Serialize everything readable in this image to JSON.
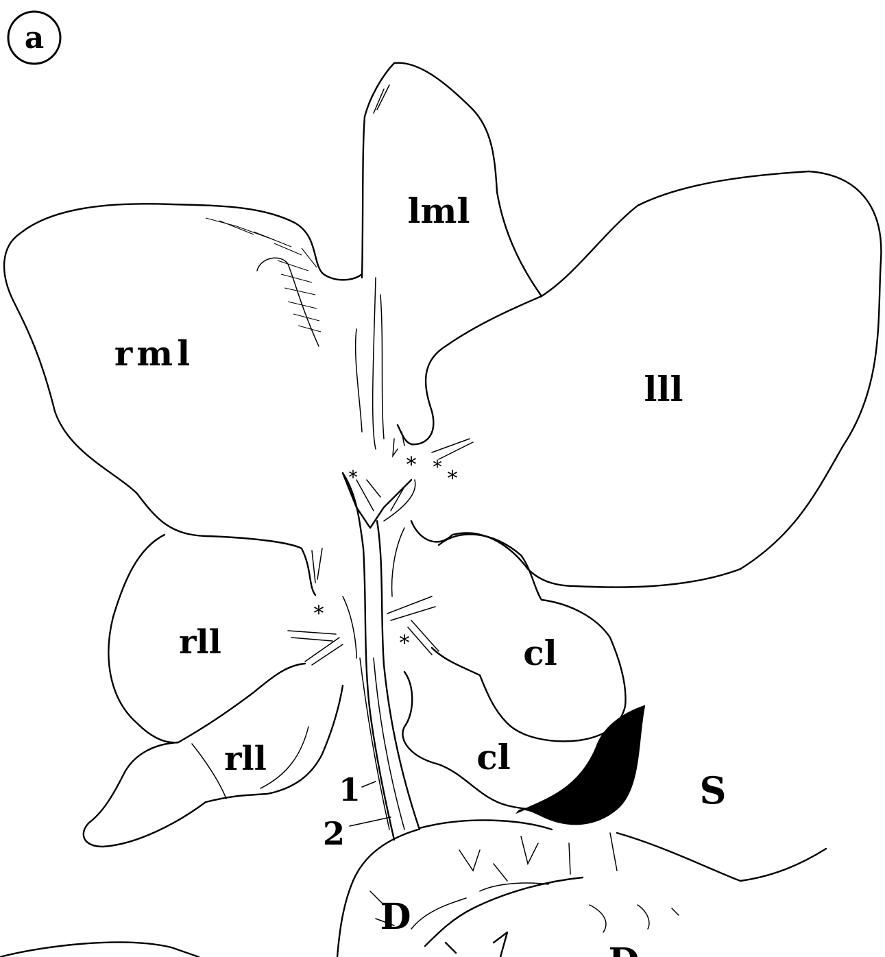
{
  "figure": {
    "panel_letter": "a",
    "labels": {
      "lml": "lml",
      "rml": "rml",
      "lll": "lll",
      "rll_upper": "rll",
      "rll_lower": "rll",
      "cl_upper": "cl",
      "cl_lower": "cl",
      "s": "S",
      "d1": "D",
      "d2": "D",
      "num1": "1",
      "num2": "2"
    },
    "colors": {
      "ink": "#000000",
      "paper": "#ffffff"
    }
  }
}
